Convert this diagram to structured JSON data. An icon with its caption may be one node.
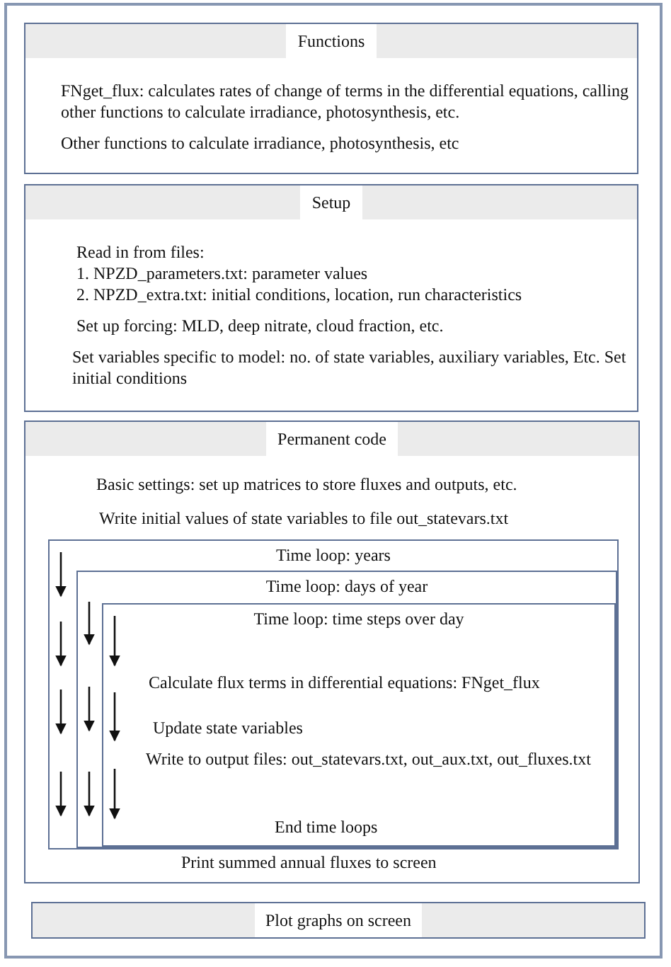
{
  "diagram": {
    "nodes": [
      {
        "text": [
          "Functions",
          "FNget_flux: calculates rates of change of terms in the differential equations, calling other functions to calculate irradiance, photosynthesis, etc.",
          "Other functions to calculate irradiance, photosynthesis, etc"
        ]
      },
      {
        "text": [
          "Setup",
          "Read in from files:",
          "1. NPZD_parameters.txt: parameter values",
          "2. NPZD_extra.txt: initial conditions, location, run characteristics",
          "Set up forcing: MLD, deep nitrate, cloud fraction, etc.",
          "Set variables specific to model: no. of state variables, auxiliary variables, Etc. Set initial conditions"
        ]
      },
      {
        "text": [
          "Permanent code",
          "Basic settings: set up matrices to store fluxes and outputs, etc.",
          "Write initial values of state variables to file out_statevars.txt",
          "Print summed annual fluxes to screen"
        ]
      },
      {
        "text": [
          "Time loop: years"
        ],
        "in": 2
      },
      {
        "text": [
          "Time loop: days of year"
        ],
        "in": 3
      },
      {
        "text": [
          "Time loop: time steps over day",
          "Calculate flux terms in differential equations: FNget_flux",
          "Update state variables",
          "Write to output files: out_statevars.txt, out_aux.txt, out_fluxes.txt",
          "End time loops"
        ],
        "in": 4
      },
      {
        "text": [
          "Plot graphs on screen"
        ]
      }
    ]
  }
}
